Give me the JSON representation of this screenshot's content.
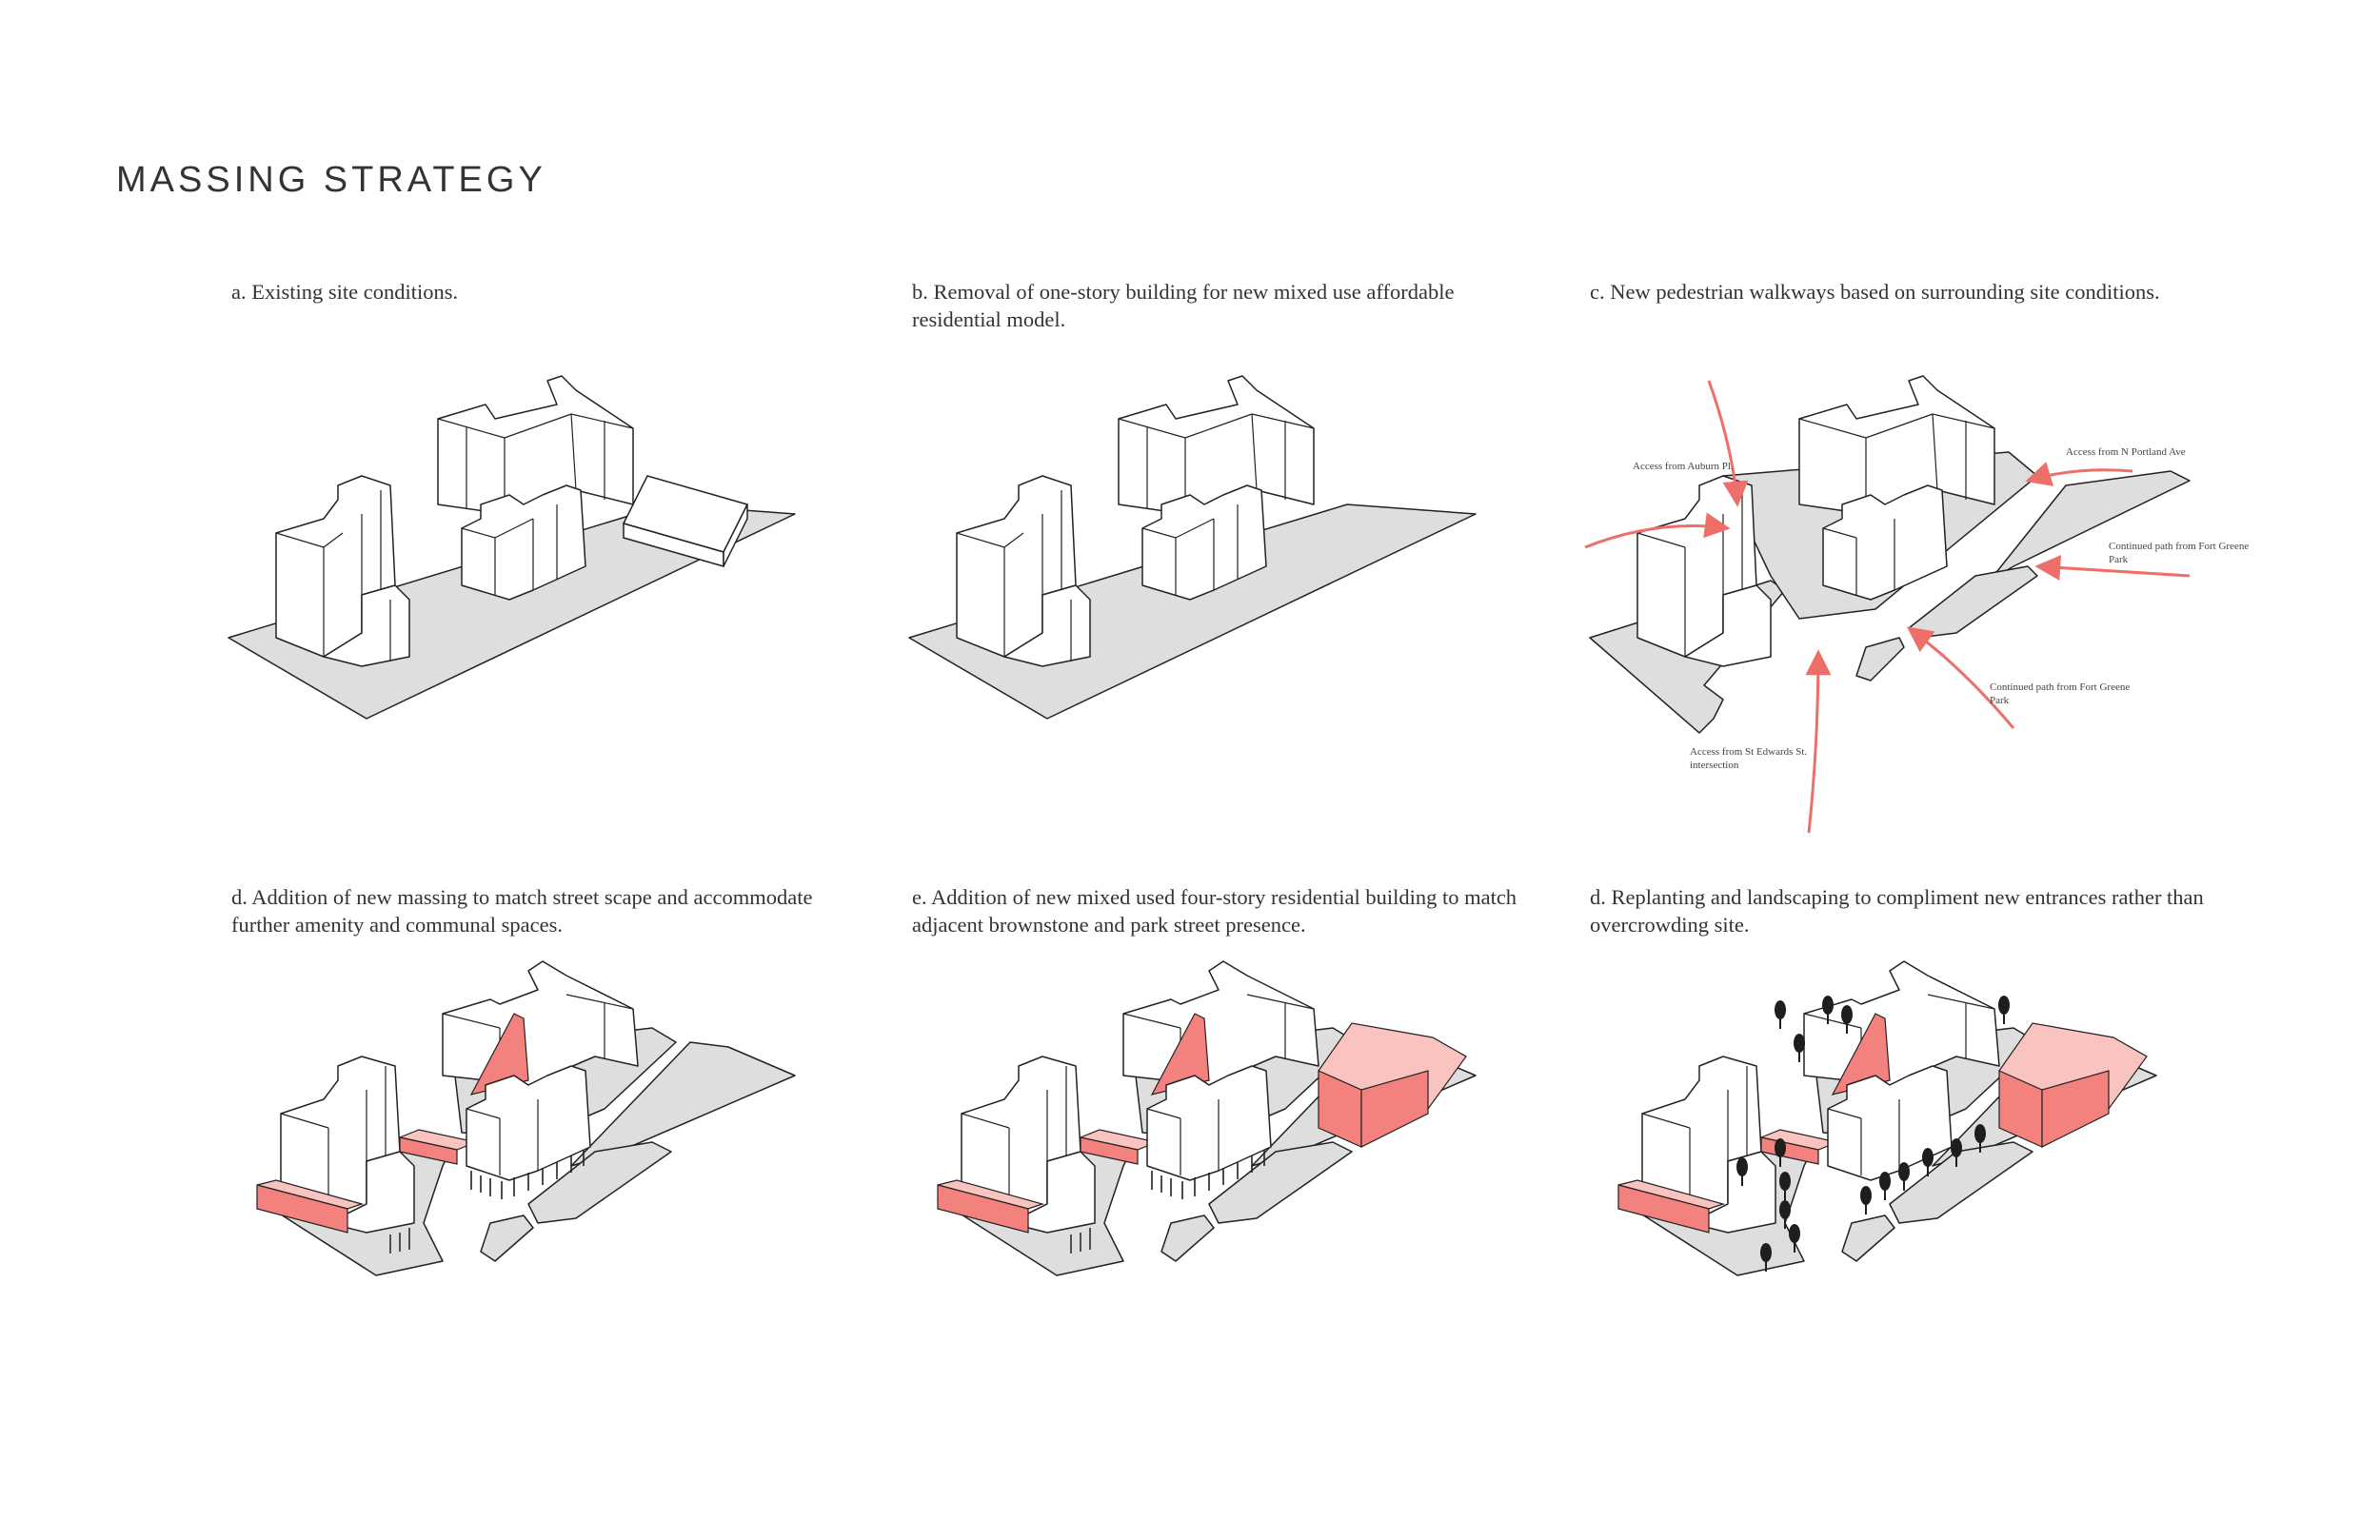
{
  "page": {
    "title": "MASSING STRATEGY"
  },
  "colors": {
    "site": "#dedede",
    "building": "#ffffff",
    "outline": "#222222",
    "new_massing": "#f3817e",
    "new_massing_light": "#f9c3c0",
    "arrow": "#ec7069",
    "tree": "#1e1e1e"
  },
  "panels": [
    {
      "id": "a",
      "caption": "a. Existing site conditions."
    },
    {
      "id": "b",
      "caption": "b. Removal of one-story building for new mixed use affordable residential model."
    },
    {
      "id": "c",
      "caption": "c. New pedestrian walkways based on surrounding site conditions."
    },
    {
      "id": "d",
      "caption": "d. Addition of new massing to match street scape and accommodate further amenity and communal spaces."
    },
    {
      "id": "e",
      "caption": "e. Addition of new mixed used four-story residential building to match adjacent brownstone and park street presence."
    },
    {
      "id": "f",
      "caption": "d. Replanting and landscaping to compliment new entrances rather than overcrowding site."
    }
  ],
  "annotations": {
    "auburn": "Access from Auburn Pl.",
    "portland": "Access from N Portland Ave",
    "fort_greene_1a": "Continued path from Fort Greene",
    "fort_greene_1b": "Park",
    "fort_greene_2a": "Continued path from Fort Greene",
    "fort_greene_2b": "Park",
    "st_edwards_a": "Access from St Edwards St.",
    "st_edwards_b": "intersection"
  }
}
